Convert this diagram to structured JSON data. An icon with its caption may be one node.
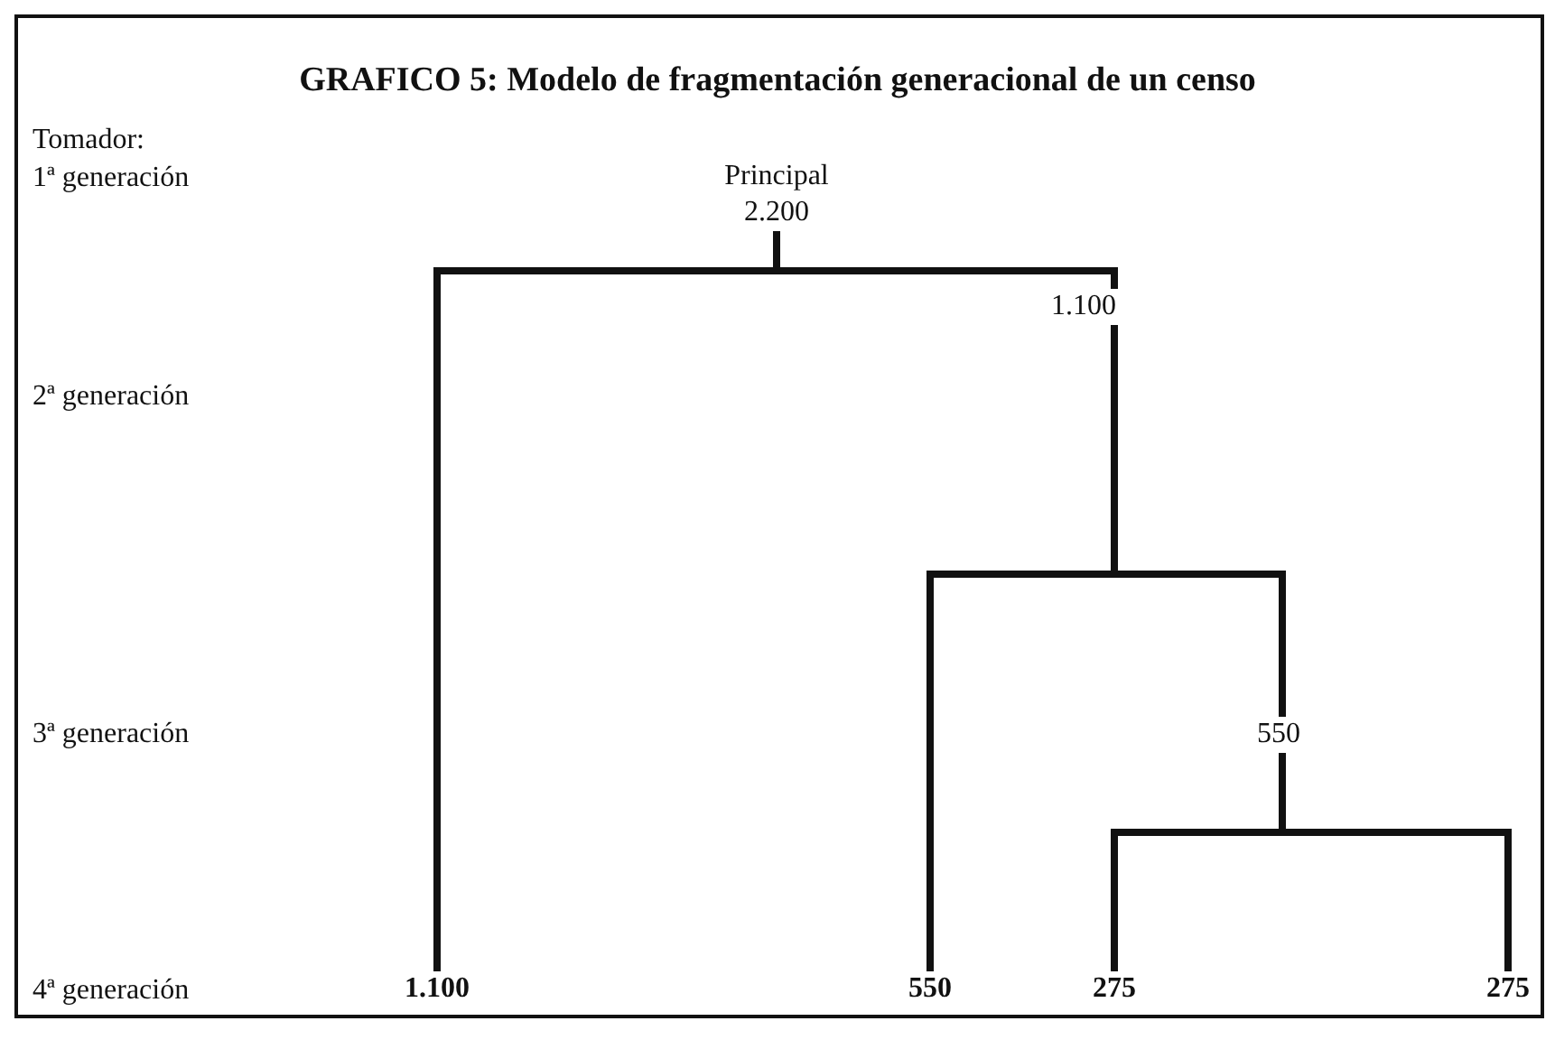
{
  "diagram": {
    "title": "GRAFICO 5: Modelo de fragmentación generacional de un censo",
    "nodes": [
      {
        "text": [
          "Principal",
          "2.200"
        ]
      },
      {
        "text": [
          "1.100"
        ]
      },
      {
        "text": [
          "550"
        ]
      },
      {
        "text": [
          "1.100"
        ]
      },
      {
        "text": [
          "550"
        ]
      },
      {
        "text": [
          "275"
        ]
      },
      {
        "text": [
          "275"
        ]
      }
    ],
    "edges": [
      {
        "from": 0,
        "to": 3,
        "arrow": "none"
      },
      {
        "from": 0,
        "to": 1,
        "arrow": "none"
      },
      {
        "from": 1,
        "to": 4,
        "arrow": "none"
      },
      {
        "from": 1,
        "to": 2,
        "arrow": "none"
      },
      {
        "from": 2,
        "to": 5,
        "arrow": "none"
      },
      {
        "from": 2,
        "to": 6,
        "arrow": "none"
      }
    ],
    "labels": [
      "Tomador:",
      "1ª generación",
      "2ª generación",
      "3ª generación",
      "4ª generación"
    ]
  }
}
